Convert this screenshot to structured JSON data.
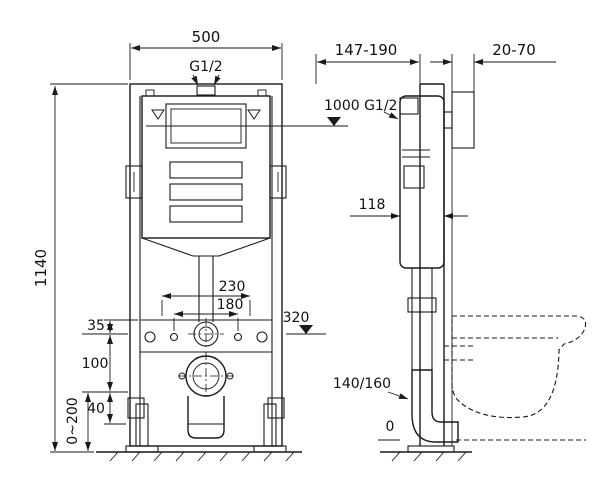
{
  "drawing": {
    "title": "concealed-cistern-wc-frame-installation-diagram",
    "front_view": {
      "width": "500",
      "top_thread": "G1/2",
      "height": "1140",
      "spacing_outer": "230",
      "spacing_inner": "180",
      "inlet_height": "320",
      "offset_35": "35",
      "offset_100": "100",
      "offset_40": "40",
      "leg_adjustment": "0~200"
    },
    "side_view": {
      "supply_height": "1000 G1/2",
      "install_depth": "147-190",
      "bracket_depth": "20-70",
      "tank_depth": "118",
      "outlet_size": "140/160",
      "floor_level": "0"
    }
  }
}
